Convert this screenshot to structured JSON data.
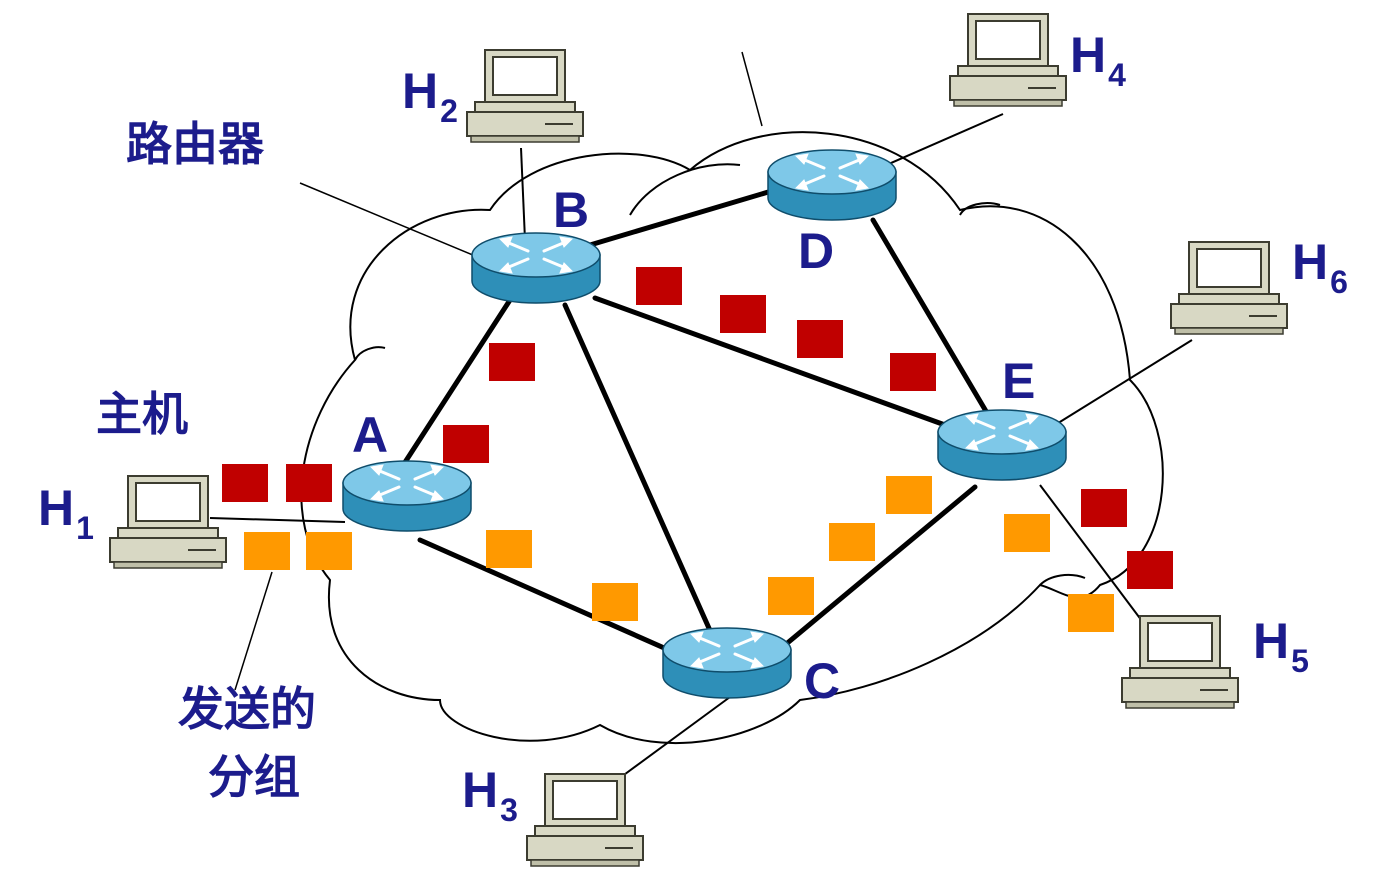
{
  "colors": {
    "label": "#1c1c8c",
    "router_top": "#7ec8e8",
    "router_side": "#2e8fb8",
    "packet_red": "#c00000",
    "packet_orange": "#ff9900",
    "monitor": "#d8d8c4",
    "link": "#000000"
  },
  "icons": {
    "router": "router-icon",
    "host": "desktop-computer-icon"
  },
  "routers": {
    "A": {
      "label": "A"
    },
    "B": {
      "label": "B"
    },
    "C": {
      "label": "C"
    },
    "D": {
      "label": "D"
    },
    "E": {
      "label": "E"
    }
  },
  "hosts": {
    "H1": {
      "main": "H",
      "sub": "1"
    },
    "H2": {
      "main": "H",
      "sub": "2"
    },
    "H3": {
      "main": "H",
      "sub": "3"
    },
    "H4": {
      "main": "H",
      "sub": "4"
    },
    "H5": {
      "main": "H",
      "sub": "5"
    },
    "H6": {
      "main": "H",
      "sub": "6"
    }
  },
  "callouts": {
    "router": "路由器",
    "host": "主机",
    "packets_line1": "发送的",
    "packets_line2": "分组"
  }
}
